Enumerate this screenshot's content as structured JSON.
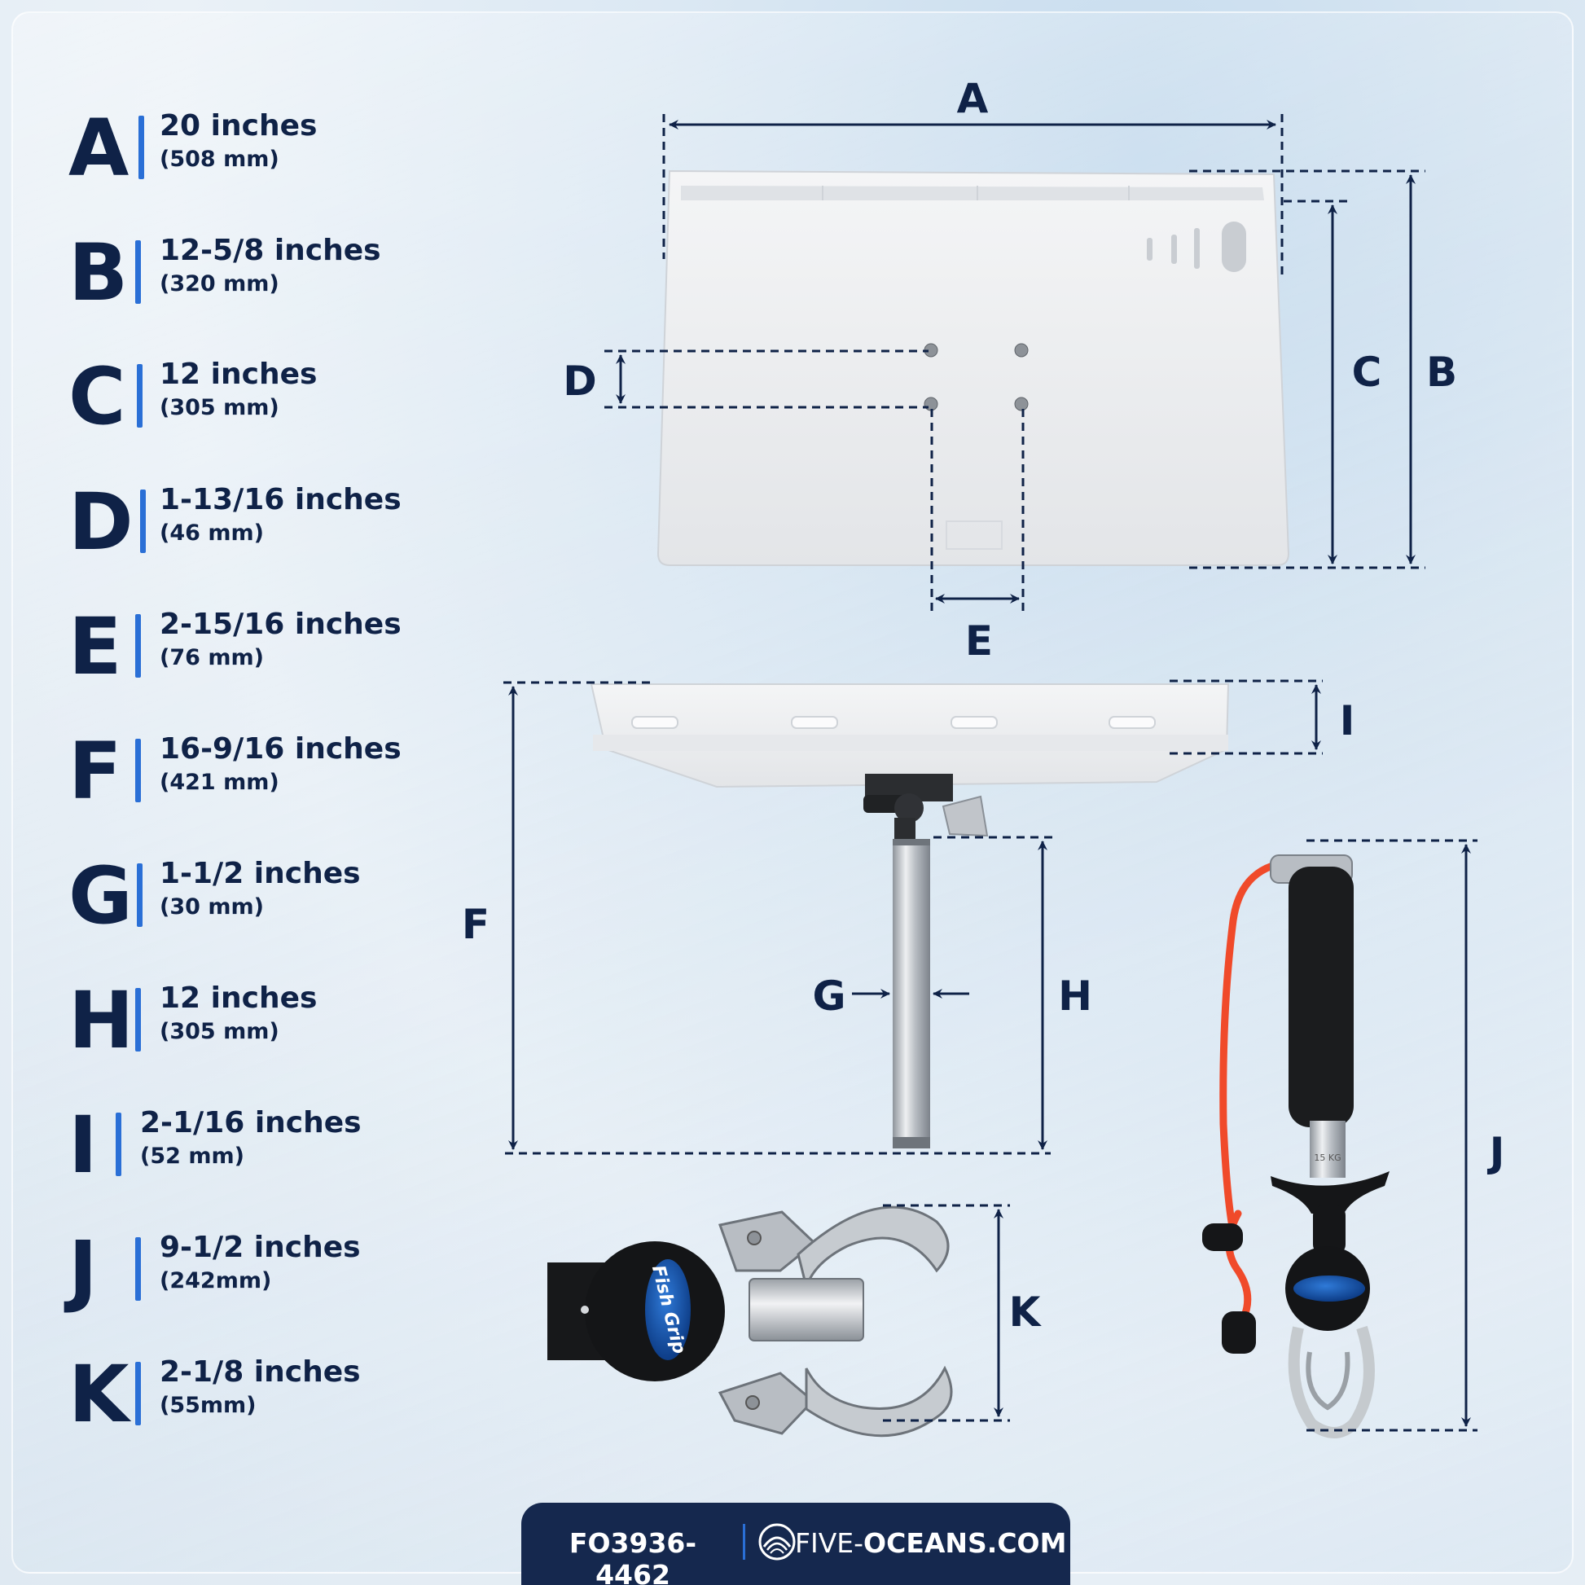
{
  "specs": [
    {
      "letter": "A",
      "value": "20 inches",
      "mm": "(508 mm)"
    },
    {
      "letter": "B",
      "value": "12-5/8 inches",
      "mm": "(320 mm)"
    },
    {
      "letter": "C",
      "value": "12 inches",
      "mm": "(305 mm)"
    },
    {
      "letter": "D",
      "value": "1-13/16 inches",
      "mm": "(46 mm)"
    },
    {
      "letter": "E",
      "value": "2-15/16 inches",
      "mm": "(76 mm)"
    },
    {
      "letter": "F",
      "value": "16-9/16 inches",
      "mm": "(421 mm)"
    },
    {
      "letter": "G",
      "value": "1-1/2 inches",
      "mm": "(30 mm)"
    },
    {
      "letter": "H",
      "value": "12 inches",
      "mm": "(305 mm)"
    },
    {
      "letter": "I",
      "value": "2-1/16 inches",
      "mm": "(52 mm)"
    },
    {
      "letter": "J",
      "value": "9-1/2 inches",
      "mm": "(242mm)"
    },
    {
      "letter": "K",
      "value": "2-1/8 inches",
      "mm": "(55mm)"
    }
  ],
  "product_text": {
    "grip_logo": "Fish Grip",
    "scale_mark": "15 KG"
  },
  "footer": {
    "code": "FO3936-4462",
    "site_a": "FIVE-",
    "site_b": "OCEANS",
    "site_c": ".COM"
  },
  "colors": {
    "navy": "#0f2247",
    "accent": "#2a6fd6",
    "footer_bg": "#15284e",
    "lanyard": "#f04a2a"
  }
}
